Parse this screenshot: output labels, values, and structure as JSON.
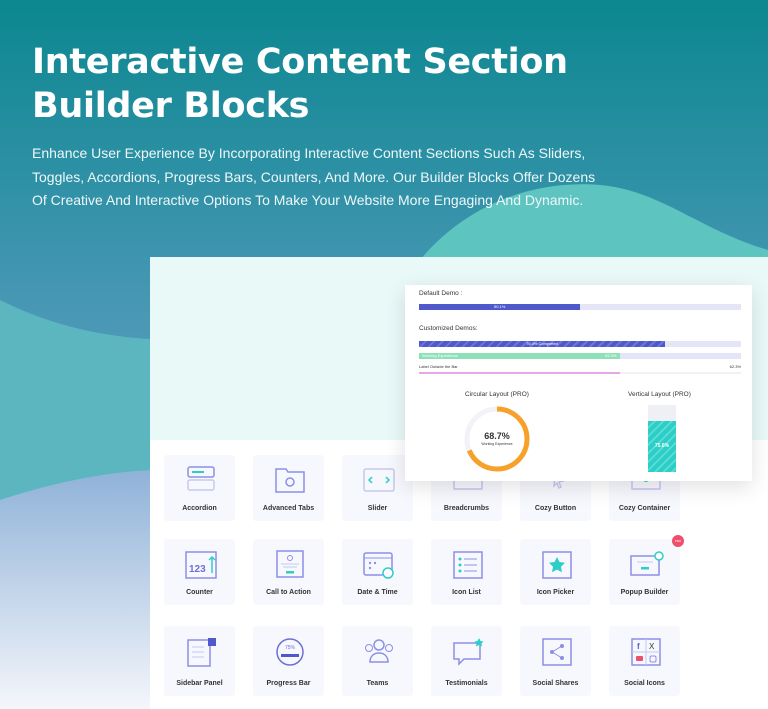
{
  "hero": {
    "title": "Interactive Content Section Builder Blocks",
    "description": "Enhance User Experience By Incorporating Interactive Content Sections Such As Sliders, Toggles, Accordions, Progress Bars, Counters, And More. Our Builder Blocks Offer Dozens Of Creative And Interactive Options To Make Your Website More Engaging And Dynamic."
  },
  "demo": {
    "default_title": "Default Demo :",
    "default_value": "50.1%",
    "default_pct": 50.1,
    "custom_title": "Customized Demos:",
    "striped_label": "76.4% Completed",
    "striped_pct": 76.4,
    "green_label": "Working Experience",
    "green_value": "62.3%",
    "green_pct": 62.3,
    "outside_label": "Label Outside the Bar",
    "outside_value": "62.3%",
    "outside_pct": 62.3,
    "circular_title": "Circular Layout (PRO)",
    "circular_value": "68.7%",
    "circular_sub": "Working Experience",
    "circular_pct": 68.7,
    "vertical_title": "Vertical Layout (PRO)",
    "vertical_value": "75.6%",
    "vertical_pct": 75.6,
    "colors": {
      "blue": "#5059cc",
      "green": "#8ee0b9",
      "pink": "#e5a7e6",
      "orange": "#f7a02a",
      "teal": "#2ccfc7"
    }
  },
  "blocks": [
    {
      "label": "Accordion",
      "icon": "accordion-icon"
    },
    {
      "label": "Advanced Tabs",
      "icon": "folder-tabs-icon"
    },
    {
      "label": "Slider",
      "icon": "slider-icon"
    },
    {
      "label": "Breadcrumbs",
      "icon": "breadcrumbs-icon"
    },
    {
      "label": "Cozy Button",
      "icon": "cursor-button-icon"
    },
    {
      "label": "Cozy Container",
      "icon": "container-icon"
    },
    {
      "label": "Counter",
      "icon": "counter-icon"
    },
    {
      "label": "Call to Action",
      "icon": "call-to-action-icon"
    },
    {
      "label": "Date & Time",
      "icon": "calendar-clock-icon"
    },
    {
      "label": "Icon List",
      "icon": "list-icon"
    },
    {
      "label": "Icon Picker",
      "icon": "star-icon"
    },
    {
      "label": "Popup Builder",
      "icon": "popup-icon",
      "badge": "PRO"
    },
    {
      "label": "Sidebar Panel",
      "icon": "sidebar-panel-icon"
    },
    {
      "label": "Progress Bar",
      "icon": "progress-bar-icon"
    },
    {
      "label": "Teams",
      "icon": "team-icon"
    },
    {
      "label": "Testimonials",
      "icon": "testimonial-icon"
    },
    {
      "label": "Social Shares",
      "icon": "share-icon"
    },
    {
      "label": "Social Icons",
      "icon": "social-icons-icon"
    }
  ]
}
